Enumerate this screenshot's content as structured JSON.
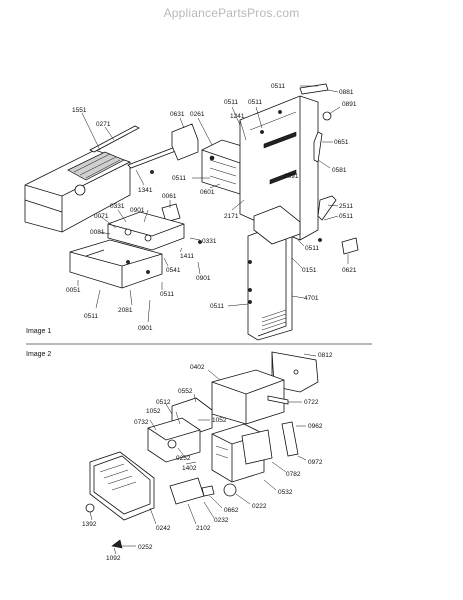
{
  "watermark": "AppliancePartsPros.com",
  "sections": [
    {
      "label": "Image 1"
    },
    {
      "label": "Image 2"
    }
  ],
  "callouts_image1": [
    "0511",
    "0881",
    "0891",
    "1551",
    "0631",
    "0271",
    "0261",
    "0511",
    "1241",
    "0511",
    "0651",
    "0511",
    "0601",
    "2091",
    "0581",
    "1341",
    "0061",
    "0331",
    "0901",
    "2511",
    "0071",
    "0511",
    "0081",
    "2171",
    "0331",
    "1411",
    "0511",
    "0151",
    "0621",
    "0541",
    "0051",
    "0901",
    "4701",
    "2081",
    "0511",
    "0511",
    "0901",
    "0511"
  ],
  "callouts_image2": [
    "0402",
    "0812",
    "0552",
    "0512",
    "0722",
    "1052",
    "1052",
    "0732",
    "0962",
    "1402",
    "0252",
    "0782",
    "0972",
    "0532",
    "0222",
    "0662",
    "0232",
    "1392",
    "0242",
    "2102",
    "1092",
    "0252"
  ]
}
